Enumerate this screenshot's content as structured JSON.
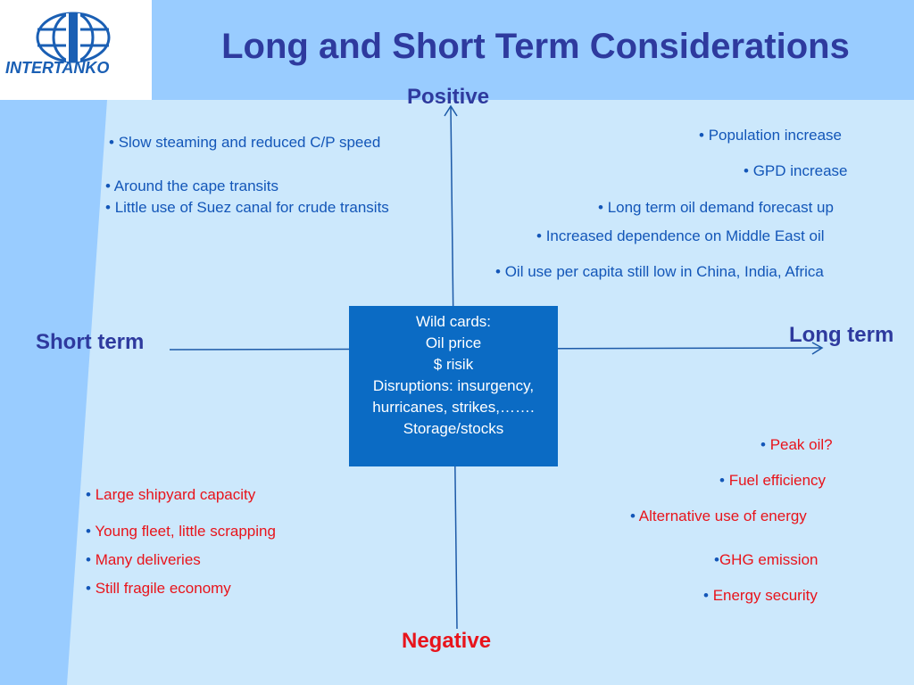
{
  "title": "Long and Short Term Considerations",
  "logo": {
    "text": "INTERTANKO",
    "icon": "globe-icon"
  },
  "axes": {
    "top": "Positive",
    "bottom": "Negative",
    "left": "Short term",
    "right": "Long term"
  },
  "center": {
    "lines": [
      "Wild cards:",
      "Oil price",
      "$ risik",
      "Disruptions: insurgency,",
      "hurricanes, strikes,…….",
      "Storage/stocks"
    ]
  },
  "quadrants": {
    "top_left": [
      "Slow steaming and reduced C/P speed",
      "Around the cape transits",
      "Little use of Suez canal for crude transits"
    ],
    "top_right": [
      "Population increase",
      "GPD increase",
      "Long term oil demand forecast up",
      "Increased dependence on Middle East oil",
      "Oil use per capita still low in China, India, Africa"
    ],
    "bottom_left": [
      "Large shipyard capacity",
      "Young fleet, little scrapping",
      "Many deliveries",
      "Still fragile economy"
    ],
    "bottom_right": [
      "Peak oil?",
      "Fuel efficiency",
      "Alternative use of energy",
      "GHG emission",
      "Energy security"
    ]
  },
  "colors": {
    "title": "#2e3a9e",
    "blue_text": "#1356b8",
    "red_text": "#e8141b",
    "center_box": "#0b6bc4",
    "background": "#cce8fc",
    "band": "#99ccff"
  }
}
